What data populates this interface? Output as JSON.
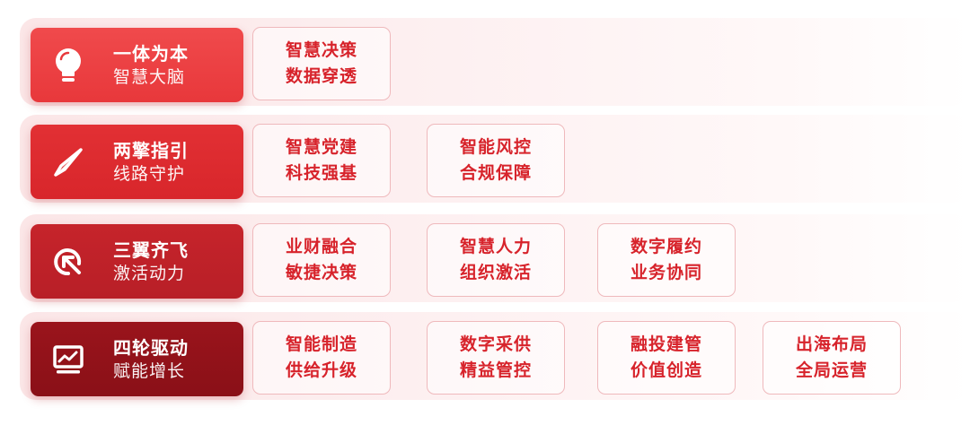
{
  "rows": [
    {
      "icon": "lightbulb-icon",
      "title": "一体为本",
      "subtitle": "智慧大脑",
      "tags": [
        {
          "line1": "智慧决策",
          "line2": "数据穿透"
        }
      ]
    },
    {
      "icon": "compass-icon",
      "title": "两擎指引",
      "subtitle": "线路守护",
      "tags": [
        {
          "line1": "智慧党建",
          "line2": "科技强基"
        },
        {
          "line1": "智能风控",
          "line2": "合规保障"
        }
      ]
    },
    {
      "icon": "cursor-click-icon",
      "title": "三翼齐飞",
      "subtitle": "激活动力",
      "tags": [
        {
          "line1": "业财融合",
          "line2": "敏捷决策"
        },
        {
          "line1": "智慧人力",
          "line2": "组织激活"
        },
        {
          "line1": "数字履约",
          "line2": "业务协同"
        }
      ]
    },
    {
      "icon": "monitor-chart-icon",
      "title": "四轮驱动",
      "subtitle": "赋能增长",
      "tags": [
        {
          "line1": "智能制造",
          "line2": "供给升级"
        },
        {
          "line1": "数字采供",
          "line2": "精益管控"
        },
        {
          "line1": "融投建管",
          "line2": "价值创造"
        },
        {
          "line1": "出海布局",
          "line2": "全局运营"
        }
      ]
    }
  ],
  "colors": {
    "tag_text": "#d7232b",
    "tag_border": "#efb9bc",
    "row1": "#e8383b",
    "row2": "#d8262b",
    "row3": "#b81f27",
    "row4": "#8a1017"
  }
}
